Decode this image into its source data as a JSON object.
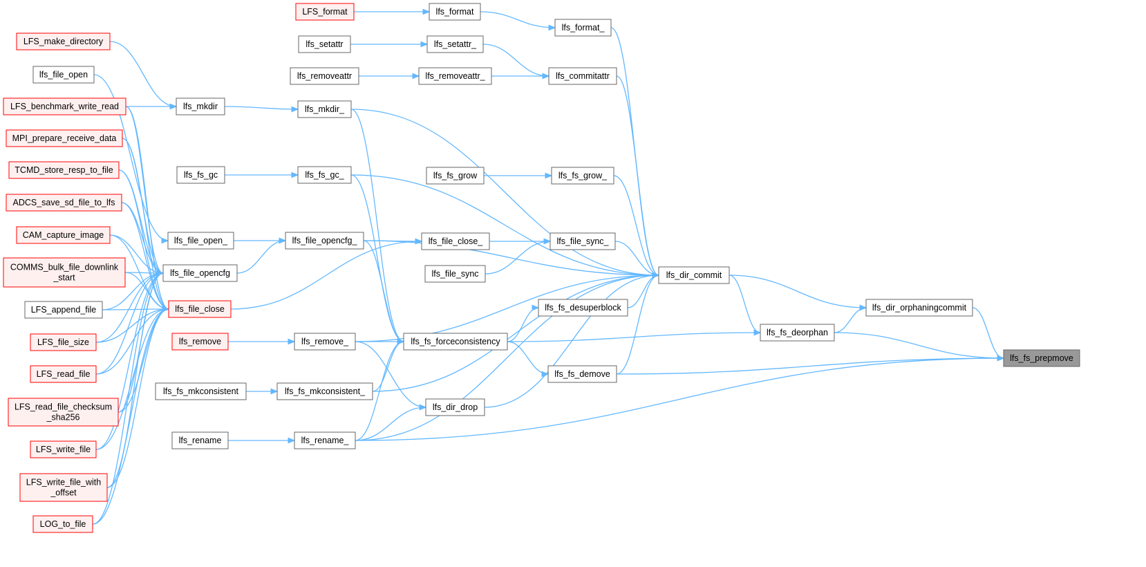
{
  "styles": {
    "normal": {
      "fill": "#ffffff",
      "stroke": "#666666"
    },
    "red": {
      "fill": "#fff0f0",
      "stroke": "#ff0000"
    },
    "root": {
      "fill": "#999999",
      "stroke": "#666666"
    },
    "edge_color": "#63b8ff"
  },
  "nodes": [
    {
      "id": "LFS_format",
      "lines": [
        "LFS_format"
      ],
      "style": "red"
    },
    {
      "id": "lfs_format",
      "lines": [
        "lfs_format"
      ],
      "style": "normal"
    },
    {
      "id": "lfs_format_",
      "lines": [
        "lfs_format_"
      ],
      "style": "normal"
    },
    {
      "id": "LFS_make_directory",
      "lines": [
        "LFS_make_directory"
      ],
      "style": "red"
    },
    {
      "id": "lfs_setattr",
      "lines": [
        "lfs_setattr"
      ],
      "style": "normal"
    },
    {
      "id": "lfs_setattr_",
      "lines": [
        "lfs_setattr_"
      ],
      "style": "normal"
    },
    {
      "id": "lfs_removeattr",
      "lines": [
        "lfs_removeattr"
      ],
      "style": "normal"
    },
    {
      "id": "lfs_removeattr_",
      "lines": [
        "lfs_removeattr_"
      ],
      "style": "normal"
    },
    {
      "id": "lfs_commitattr",
      "lines": [
        "lfs_commitattr"
      ],
      "style": "normal"
    },
    {
      "id": "lfs_file_open",
      "lines": [
        "lfs_file_open"
      ],
      "style": "normal"
    },
    {
      "id": "LFS_benchmark_write_read",
      "lines": [
        "LFS_benchmark_write_read"
      ],
      "style": "red"
    },
    {
      "id": "lfs_mkdir",
      "lines": [
        "lfs_mkdir"
      ],
      "style": "normal"
    },
    {
      "id": "lfs_mkdir_",
      "lines": [
        "lfs_mkdir_"
      ],
      "style": "normal"
    },
    {
      "id": "MPI_prepare_receive_data",
      "lines": [
        "MPI_prepare_receive_data"
      ],
      "style": "red"
    },
    {
      "id": "TCMD_store_resp_to_file",
      "lines": [
        "TCMD_store_resp_to_file"
      ],
      "style": "red"
    },
    {
      "id": "lfs_fs_gc",
      "lines": [
        "lfs_fs_gc"
      ],
      "style": "normal"
    },
    {
      "id": "lfs_fs_gc_",
      "lines": [
        "lfs_fs_gc_"
      ],
      "style": "normal"
    },
    {
      "id": "lfs_fs_grow",
      "lines": [
        "lfs_fs_grow"
      ],
      "style": "normal"
    },
    {
      "id": "lfs_fs_grow_",
      "lines": [
        "lfs_fs_grow_"
      ],
      "style": "normal"
    },
    {
      "id": "ADCS_save_sd_file_to_lfs",
      "lines": [
        "ADCS_save_sd_file_to_lfs"
      ],
      "style": "red"
    },
    {
      "id": "CAM_capture_image",
      "lines": [
        "CAM_capture_image"
      ],
      "style": "red"
    },
    {
      "id": "lfs_file_open_",
      "lines": [
        "lfs_file_open_"
      ],
      "style": "normal"
    },
    {
      "id": "lfs_file_opencfg_",
      "lines": [
        "lfs_file_opencfg_"
      ],
      "style": "normal"
    },
    {
      "id": "lfs_file_close_",
      "lines": [
        "lfs_file_close_"
      ],
      "style": "normal"
    },
    {
      "id": "lfs_file_sync_",
      "lines": [
        "lfs_file_sync_"
      ],
      "style": "normal"
    },
    {
      "id": "COMMS_bulk",
      "lines": [
        "COMMS_bulk_file_downlink",
        "_start"
      ],
      "style": "red"
    },
    {
      "id": "lfs_file_opencfg",
      "lines": [
        "lfs_file_opencfg"
      ],
      "style": "normal"
    },
    {
      "id": "lfs_file_sync",
      "lines": [
        "lfs_file_sync"
      ],
      "style": "normal"
    },
    {
      "id": "lfs_dir_commit",
      "lines": [
        "lfs_dir_commit"
      ],
      "style": "normal"
    },
    {
      "id": "LFS_append_file",
      "lines": [
        "LFS_append_file"
      ],
      "style": "normal"
    },
    {
      "id": "lfs_file_close",
      "lines": [
        "lfs_file_close"
      ],
      "style": "red"
    },
    {
      "id": "lfs_fs_desuperblock",
      "lines": [
        "lfs_fs_desuperblock"
      ],
      "style": "normal"
    },
    {
      "id": "lfs_dir_orphaningcommit",
      "lines": [
        "lfs_dir_orphaningcommit"
      ],
      "style": "normal"
    },
    {
      "id": "lfs_fs_deorphan",
      "lines": [
        "lfs_fs_deorphan"
      ],
      "style": "normal"
    },
    {
      "id": "LFS_file_size",
      "lines": [
        "LFS_file_size"
      ],
      "style": "red"
    },
    {
      "id": "lfs_remove",
      "lines": [
        "lfs_remove"
      ],
      "style": "red"
    },
    {
      "id": "lfs_remove_",
      "lines": [
        "lfs_remove_"
      ],
      "style": "normal"
    },
    {
      "id": "lfs_fs_forceconsistency",
      "lines": [
        "lfs_fs_forceconsistency"
      ],
      "style": "normal"
    },
    {
      "id": "lfs_fs_prepmove",
      "lines": [
        "lfs_fs_prepmove"
      ],
      "style": "root"
    },
    {
      "id": "LFS_read_file",
      "lines": [
        "LFS_read_file"
      ],
      "style": "red"
    },
    {
      "id": "lfs_fs_demove",
      "lines": [
        "lfs_fs_demove"
      ],
      "style": "normal"
    },
    {
      "id": "lfs_fs_mkconsistent",
      "lines": [
        "lfs_fs_mkconsistent"
      ],
      "style": "normal"
    },
    {
      "id": "lfs_fs_mkconsistent_",
      "lines": [
        "lfs_fs_mkconsistent_"
      ],
      "style": "normal"
    },
    {
      "id": "LFS_read_file_checksum",
      "lines": [
        "LFS_read_file_checksum",
        "_sha256"
      ],
      "style": "red"
    },
    {
      "id": "lfs_dir_drop",
      "lines": [
        "lfs_dir_drop"
      ],
      "style": "normal"
    },
    {
      "id": "lfs_rename",
      "lines": [
        "lfs_rename"
      ],
      "style": "normal"
    },
    {
      "id": "lfs_rename_",
      "lines": [
        "lfs_rename_"
      ],
      "style": "normal"
    },
    {
      "id": "LFS_write_file",
      "lines": [
        "LFS_write_file"
      ],
      "style": "red"
    },
    {
      "id": "LFS_write_file_with_offset",
      "lines": [
        "LFS_write_file_with",
        "_offset"
      ],
      "style": "red"
    },
    {
      "id": "LOG_to_file",
      "lines": [
        "LOG_to_file"
      ],
      "style": "red"
    }
  ],
  "edges": [
    [
      "LFS_format",
      "lfs_format"
    ],
    [
      "lfs_format",
      "lfs_format_"
    ],
    [
      "lfs_format_",
      "lfs_dir_commit"
    ],
    [
      "lfs_setattr",
      "lfs_setattr_"
    ],
    [
      "lfs_setattr_",
      "lfs_commitattr"
    ],
    [
      "lfs_removeattr",
      "lfs_removeattr_"
    ],
    [
      "lfs_removeattr_",
      "lfs_commitattr"
    ],
    [
      "lfs_commitattr",
      "lfs_dir_commit"
    ],
    [
      "LFS_make_directory",
      "lfs_mkdir"
    ],
    [
      "LFS_benchmark_write_read",
      "lfs_mkdir"
    ],
    [
      "lfs_mkdir",
      "lfs_mkdir_"
    ],
    [
      "lfs_mkdir_",
      "lfs_dir_commit"
    ],
    [
      "lfs_mkdir_",
      "lfs_fs_forceconsistency"
    ],
    [
      "lfs_fs_gc",
      "lfs_fs_gc_"
    ],
    [
      "lfs_fs_gc_",
      "lfs_dir_commit"
    ],
    [
      "lfs_fs_gc_",
      "lfs_fs_forceconsistency"
    ],
    [
      "lfs_fs_grow",
      "lfs_fs_grow_"
    ],
    [
      "lfs_fs_grow_",
      "lfs_dir_commit"
    ],
    [
      "lfs_file_open",
      "lfs_file_open_"
    ],
    [
      "lfs_file_open_",
      "lfs_file_opencfg_"
    ],
    [
      "lfs_file_opencfg",
      "lfs_file_opencfg_"
    ],
    [
      "lfs_file_opencfg_",
      "lfs_file_close_"
    ],
    [
      "lfs_file_opencfg_",
      "lfs_dir_commit"
    ],
    [
      "lfs_file_opencfg_",
      "lfs_fs_forceconsistency"
    ],
    [
      "lfs_file_close",
      "lfs_file_close_"
    ],
    [
      "lfs_file_close_",
      "lfs_file_sync_"
    ],
    [
      "lfs_file_sync",
      "lfs_file_sync_"
    ],
    [
      "lfs_file_sync_",
      "lfs_dir_commit"
    ],
    [
      "LFS_benchmark_write_read",
      "lfs_file_opencfg"
    ],
    [
      "MPI_prepare_receive_data",
      "lfs_file_opencfg"
    ],
    [
      "TCMD_store_resp_to_file",
      "lfs_file_opencfg"
    ],
    [
      "ADCS_save_sd_file_to_lfs",
      "lfs_file_opencfg"
    ],
    [
      "CAM_capture_image",
      "lfs_file_opencfg"
    ],
    [
      "COMMS_bulk",
      "lfs_file_opencfg"
    ],
    [
      "LFS_append_file",
      "lfs_file_opencfg"
    ],
    [
      "LFS_file_size",
      "lfs_file_opencfg"
    ],
    [
      "LFS_read_file",
      "lfs_file_opencfg"
    ],
    [
      "LFS_read_file_checksum",
      "lfs_file_opencfg"
    ],
    [
      "LFS_write_file",
      "lfs_file_opencfg"
    ],
    [
      "LFS_write_file_with_offset",
      "lfs_file_opencfg"
    ],
    [
      "LOG_to_file",
      "lfs_file_opencfg"
    ],
    [
      "LFS_benchmark_write_read",
      "lfs_file_close"
    ],
    [
      "MPI_prepare_receive_data",
      "lfs_file_close"
    ],
    [
      "TCMD_store_resp_to_file",
      "lfs_file_close"
    ],
    [
      "ADCS_save_sd_file_to_lfs",
      "lfs_file_close"
    ],
    [
      "CAM_capture_image",
      "lfs_file_close"
    ],
    [
      "COMMS_bulk",
      "lfs_file_close"
    ],
    [
      "LFS_append_file",
      "lfs_file_close"
    ],
    [
      "LFS_file_size",
      "lfs_file_close"
    ],
    [
      "LFS_read_file",
      "lfs_file_close"
    ],
    [
      "LFS_read_file_checksum",
      "lfs_file_close"
    ],
    [
      "LFS_write_file",
      "lfs_file_close"
    ],
    [
      "LFS_write_file_with_offset",
      "lfs_file_close"
    ],
    [
      "LOG_to_file",
      "lfs_file_close"
    ],
    [
      "lfs_remove",
      "lfs_remove_"
    ],
    [
      "lfs_remove_",
      "lfs_fs_forceconsistency"
    ],
    [
      "lfs_remove_",
      "lfs_dir_commit"
    ],
    [
      "lfs_remove_",
      "lfs_dir_drop"
    ],
    [
      "lfs_fs_forceconsistency",
      "lfs_fs_desuperblock"
    ],
    [
      "lfs_fs_forceconsistency",
      "lfs_fs_deorphan"
    ],
    [
      "lfs_fs_forceconsistency",
      "lfs_fs_demove"
    ],
    [
      "lfs_fs_desuperblock",
      "lfs_dir_commit"
    ],
    [
      "lfs_fs_demove",
      "lfs_dir_commit"
    ],
    [
      "lfs_fs_demove",
      "lfs_fs_prepmove"
    ],
    [
      "lfs_dir_commit",
      "lfs_dir_orphaningcommit"
    ],
    [
      "lfs_dir_commit",
      "lfs_fs_deorphan"
    ],
    [
      "lfs_fs_deorphan",
      "lfs_dir_orphaningcommit"
    ],
    [
      "lfs_fs_deorphan",
      "lfs_fs_prepmove"
    ],
    [
      "lfs_dir_orphaningcommit",
      "lfs_fs_prepmove"
    ],
    [
      "lfs_fs_mkconsistent",
      "lfs_fs_mkconsistent_"
    ],
    [
      "lfs_fs_mkconsistent_",
      "lfs_fs_forceconsistency"
    ],
    [
      "lfs_fs_mkconsistent_",
      "lfs_dir_commit"
    ],
    [
      "lfs_dir_drop",
      "lfs_dir_commit"
    ],
    [
      "lfs_rename",
      "lfs_rename_"
    ],
    [
      "lfs_rename_",
      "lfs_fs_forceconsistency"
    ],
    [
      "lfs_rename_",
      "lfs_dir_drop"
    ],
    [
      "lfs_rename_",
      "lfs_dir_commit"
    ],
    [
      "lfs_rename_",
      "lfs_fs_prepmove"
    ]
  ]
}
